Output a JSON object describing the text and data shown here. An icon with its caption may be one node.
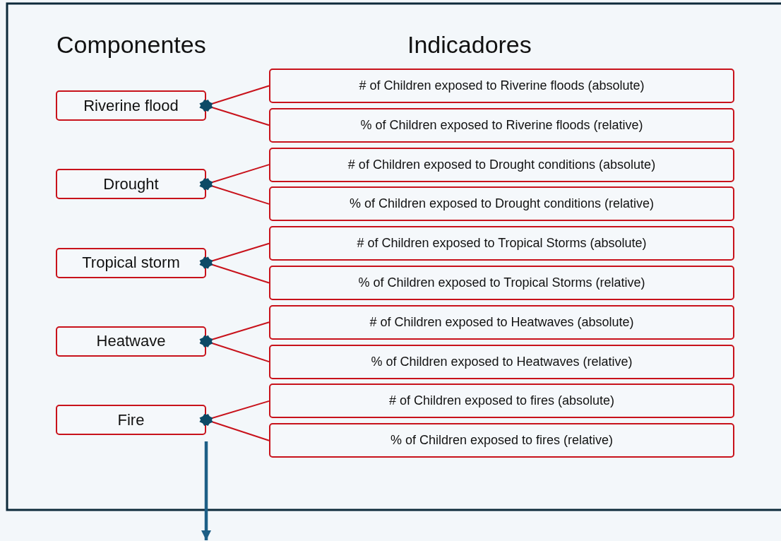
{
  "diagram": {
    "nodes": [
      {
        "text": [
          "Riverine flood"
        ]
      },
      {
        "text": [
          "# of Children exposed to Riverine floods (absolute)"
        ]
      },
      {
        "text": [
          "% of Children exposed to Riverine floods (relative)"
        ]
      },
      {
        "text": [
          "Drought"
        ]
      },
      {
        "text": [
          "# of Children exposed to Drought conditions (absolute)"
        ]
      },
      {
        "text": [
          "% of Children exposed to Drought conditions (relative)"
        ]
      },
      {
        "text": [
          "Tropical storm"
        ]
      },
      {
        "text": [
          "# of Children exposed to Tropical Storms (absolute)"
        ]
      },
      {
        "text": [
          "% of Children exposed to Tropical Storms (relative)"
        ]
      },
      {
        "text": [
          "Heatwave"
        ]
      },
      {
        "text": [
          "# of Children exposed to Heatwaves (absolute)"
        ]
      },
      {
        "text": [
          "% of Children exposed to Heatwaves (relative)"
        ]
      },
      {
        "text": [
          "Fire"
        ]
      },
      {
        "text": [
          "# of Children exposed to fires (absolute)"
        ]
      },
      {
        "text": [
          "% of Children exposed to fires (relative)"
        ]
      }
    ],
    "edges": [
      {
        "from": 0,
        "to": 1,
        "arrow": "other"
      },
      {
        "from": 0,
        "to": 2,
        "arrow": "other"
      },
      {
        "from": 3,
        "to": 4,
        "arrow": "other"
      },
      {
        "from": 3,
        "to": 5,
        "arrow": "other"
      },
      {
        "from": 6,
        "to": 7,
        "arrow": "other"
      },
      {
        "from": 6,
        "to": 8,
        "arrow": "other"
      },
      {
        "from": 9,
        "to": 10,
        "arrow": "other"
      },
      {
        "from": 9,
        "to": 11,
        "arrow": "other"
      },
      {
        "from": 12,
        "to": 13,
        "arrow": "other"
      },
      {
        "from": 12,
        "to": 14,
        "arrow": "other"
      },
      {
        "from": 12,
        "to": null,
        "arrow": "to",
        "style": "thick",
        "color": "#1d5f86"
      }
    ],
    "labels": [
      "Componentes",
      "Indicadores"
    ]
  }
}
